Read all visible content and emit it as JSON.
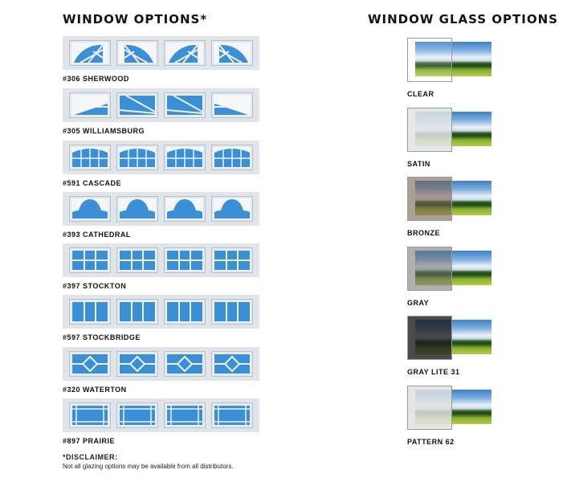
{
  "left_title": "WINDOW OPTIONS*",
  "right_title": "WINDOW GLASS OPTIONS",
  "windows": [
    {
      "name": "#306 SHERWOOD",
      "style": "sunburst"
    },
    {
      "name": "#305 WILLIAMSBURG",
      "style": "williamsburg"
    },
    {
      "name": "#591 CASCADE",
      "style": "cascade"
    },
    {
      "name": "#393 CATHEDRAL",
      "style": "cathedral"
    },
    {
      "name": "#397 STOCKTON",
      "style": "stockton"
    },
    {
      "name": "#597 STOCKBRIDGE",
      "style": "stockbridge"
    },
    {
      "name": "#320 WATERTON",
      "style": "waterton"
    },
    {
      "name": "#897 PRAIRIE",
      "style": "prairie"
    }
  ],
  "glass": [
    {
      "name": "CLEAR",
      "tint": "rgba(240,240,240,0.15)"
    },
    {
      "name": "SATIN",
      "tint": "rgba(225,228,228,0.85)"
    },
    {
      "name": "BRONZE",
      "tint": "rgba(120,95,80,0.6)"
    },
    {
      "name": "GRAY",
      "tint": "rgba(110,110,110,0.55)"
    },
    {
      "name": "GRAY LITE 31",
      "tint": "rgba(30,30,30,0.8)"
    },
    {
      "name": "PATTERN 62",
      "tint": "rgba(225,225,225,0.85)"
    }
  ],
  "disclaimer": {
    "title": "*DISCLAIMER:",
    "text": "Not all glazing options may be available from all distributors."
  },
  "colors": {
    "glass_blue": "#3b8fd6"
  }
}
